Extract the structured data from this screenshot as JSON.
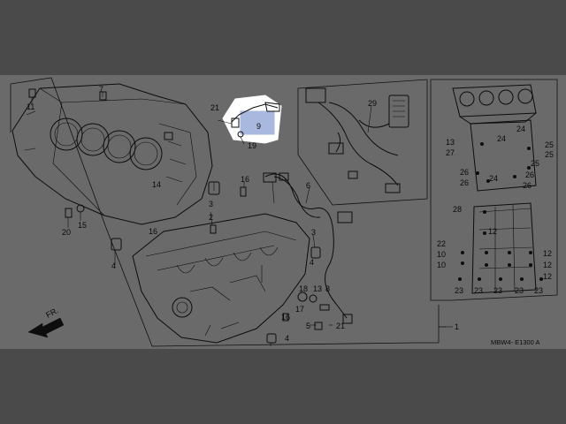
{
  "colors": {
    "background": "#4a4a4a",
    "diagram_bg": "#6a6a6a",
    "highlight_fill": "#a9b8de",
    "highlight_border": "#ffffff",
    "ink": "#0d0d0d"
  },
  "direction_label": "FR.",
  "diagram_code": "MBW4- E1300 A",
  "callouts": {
    "c1": "1",
    "c2": "2",
    "c3": "3",
    "c4a": "4",
    "c4b": "4",
    "c5": "5",
    "c6": "6",
    "c7": "7",
    "c8": "8",
    "c9": "9",
    "c10a": "10",
    "c10b": "10",
    "c11": "11",
    "c12a": "12",
    "c12b": "12",
    "c12c": "12",
    "c12d": "12",
    "c13": "13",
    "c14": "14",
    "c15": "15",
    "c16a": "16",
    "c16b": "16",
    "c16c": "16",
    "c17": "17",
    "c18": "18",
    "c19": "19",
    "c20": "20",
    "c21a": "21",
    "c21b": "21",
    "c22": "22",
    "c23a": "23",
    "c23b": "23",
    "c23c": "23",
    "c23d": "23",
    "c23e": "23",
    "c24a": "24",
    "c24b": "24",
    "c24c": "24",
    "c25a": "25",
    "c25b": "25",
    "c26a": "26",
    "c26b": "26",
    "c26c": "26",
    "c27": "27",
    "c28": "28",
    "c29": "29"
  }
}
